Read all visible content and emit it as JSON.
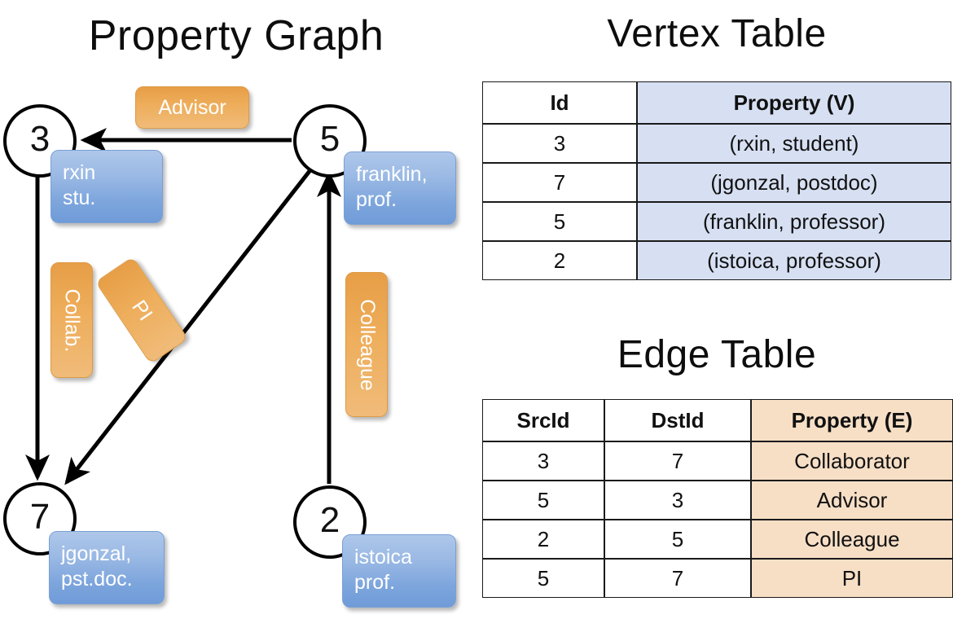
{
  "titles": {
    "graph": "Property Graph",
    "vertex_table": "Vertex Table",
    "edge_table": "Edge Table"
  },
  "graph": {
    "nodes": [
      {
        "id": "3",
        "property": "rxin\nstu."
      },
      {
        "id": "5",
        "property": "franklin,\nprof."
      },
      {
        "id": "7",
        "property": "jgonzal,\npst.doc."
      },
      {
        "id": "2",
        "property": "istoica\nprof."
      }
    ],
    "node_labels": {
      "n3": "3",
      "n5": "5",
      "n7": "7",
      "n2": "2"
    },
    "vertex_boxes": {
      "rxin_line1": "rxin",
      "rxin_line2": "stu.",
      "franklin_line1": "franklin,",
      "franklin_line2": "prof.",
      "jgonzal_line1": "jgonzal,",
      "jgonzal_line2": "pst.doc.",
      "istoica_line1": "istoica",
      "istoica_line2": "prof."
    },
    "edge_boxes": {
      "advisor": "Advisor",
      "collab": "Collab.",
      "pi": "PI",
      "colleague": "Colleague"
    },
    "edges": [
      {
        "src": "5",
        "dst": "3",
        "label": "Advisor"
      },
      {
        "src": "3",
        "dst": "7",
        "label": "Collab."
      },
      {
        "src": "5",
        "dst": "7",
        "label": "PI"
      },
      {
        "src": "2",
        "dst": "5",
        "label": "Colleague"
      }
    ]
  },
  "vertex_table": {
    "headers": [
      "Id",
      "Property (V)"
    ],
    "rows": [
      {
        "id": "3",
        "property": "(rxin, student)"
      },
      {
        "id": "7",
        "property": "(jgonzal, postdoc)"
      },
      {
        "id": "5",
        "property": "(franklin, professor)"
      },
      {
        "id": "2",
        "property": "(istoica, professor)"
      }
    ]
  },
  "edge_table": {
    "headers": [
      "SrcId",
      "DstId",
      "Property (E)"
    ],
    "rows": [
      {
        "src": "3",
        "dst": "7",
        "property": "Collaborator"
      },
      {
        "src": "5",
        "dst": "3",
        "property": "Advisor"
      },
      {
        "src": "2",
        "dst": "5",
        "property": "Colleague"
      },
      {
        "src": "5",
        "dst": "7",
        "property": "PI"
      }
    ]
  },
  "colors": {
    "vertex_box_fill": "#7ea6dd",
    "edge_box_fill": "#eeae5c",
    "vertex_table_property_cell": "#d7e0f2",
    "edge_table_property_cell": "#f7dfc6",
    "stroke": "#000000",
    "background": "#ffffff"
  }
}
